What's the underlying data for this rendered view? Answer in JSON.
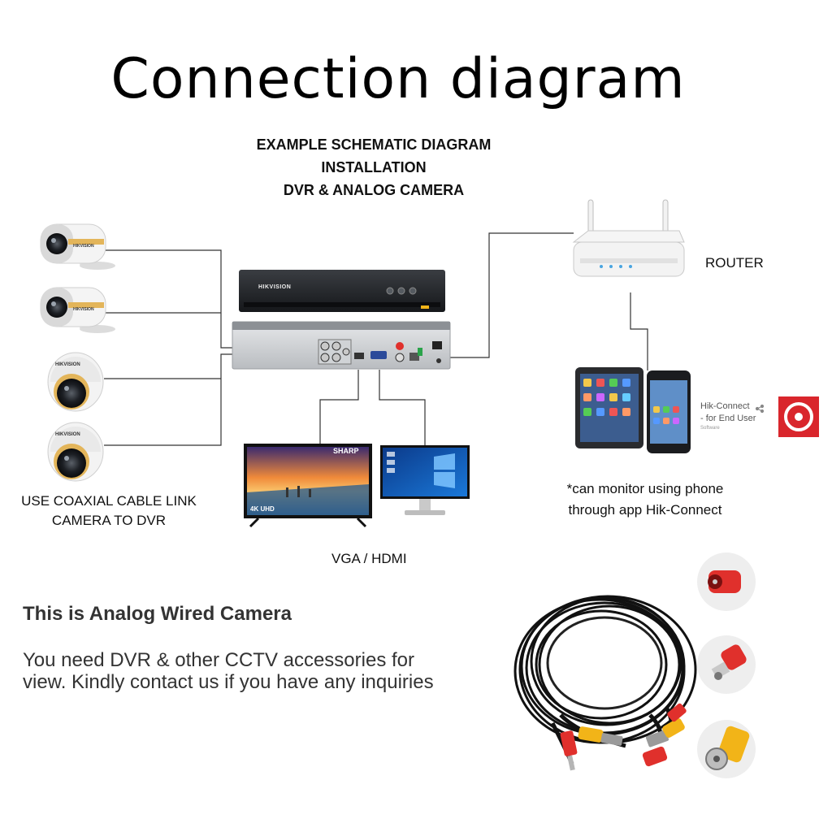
{
  "title": "Connection diagram",
  "subtitle_lines": [
    "EXAMPLE SCHEMATIC DIAGRAM",
    "INSTALLATION",
    "DVR & ANALOG CAMERA"
  ],
  "labels": {
    "router": "ROUTER",
    "coax_line1": "USE COAXIAL CABLE LINK",
    "coax_line2": "CAMERA TO DVR",
    "vga_hdmi": "VGA / HDMI",
    "phone_note_line1": "*can monitor using phone",
    "phone_note_line2": "through app Hik-Connect"
  },
  "app": {
    "name": "Hik-Connect",
    "subtitle": "- for End User",
    "category": "Software"
  },
  "brands": {
    "dvr": "HIKVISION",
    "camera": "HIKVISION",
    "tv": "SHARP",
    "tv_badge": "4K UHD"
  },
  "info": {
    "heading": "This is Analog Wired Camera",
    "body_line1": "You need DVR & other CCTV accessories for",
    "body_line2": "view. Kindly contact us if you have any inquiries"
  },
  "colors": {
    "hikvision_red": "#d9262c",
    "wire": "#333333",
    "connector_yellow": "#f2b418",
    "connector_red": "#e0302c"
  }
}
